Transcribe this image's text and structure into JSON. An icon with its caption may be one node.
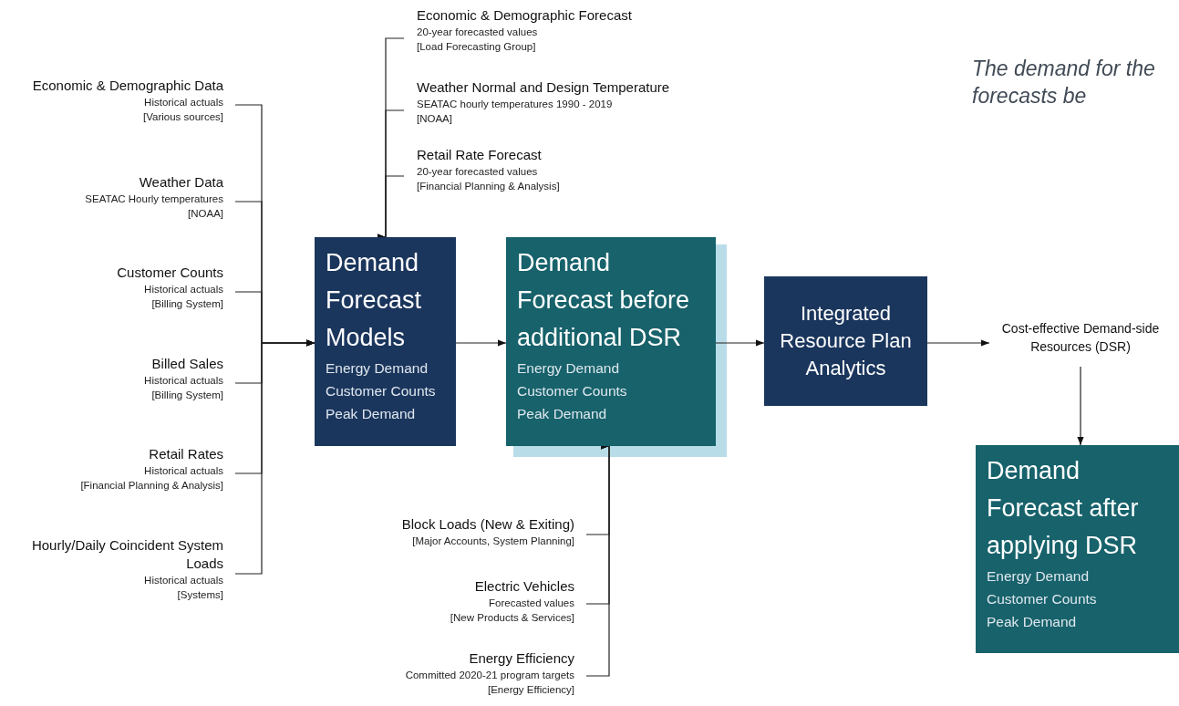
{
  "diagram": {
    "nodes": [
      {
        "text": [
          "Economic & Demographic Data",
          "Historical actuals",
          "[Various sources]"
        ]
      },
      {
        "text": [
          "Weather Data",
          "SEATAC Hourly temperatures",
          "[NOAA]"
        ]
      },
      {
        "text": [
          "Customer Counts",
          "Historical actuals",
          "[Billing System]"
        ]
      },
      {
        "text": [
          "Billed Sales",
          "Historical actuals",
          "[Billing System]"
        ]
      },
      {
        "text": [
          "Retail Rates",
          "Historical actuals",
          "[Financial Planning & Analysis]"
        ]
      },
      {
        "text": [
          "Hourly/Daily Coincident System Loads",
          "Historical actuals",
          "[Systems]"
        ]
      },
      {
        "text": [
          "Economic & Demographic Forecast",
          "20-year forecasted values",
          "[Load Forecasting Group]"
        ]
      },
      {
        "text": [
          "Weather Normal and Design Temperature",
          "SEATAC hourly temperatures 1990 - 2019",
          "[NOAA]"
        ]
      },
      {
        "text": [
          "Retail Rate Forecast",
          "20-year forecasted values",
          "[Financial Planning & Analysis]"
        ]
      },
      {
        "text": [
          "Demand Forecast Models",
          "Energy Demand",
          "Customer Counts",
          "Peak Demand"
        ]
      },
      {
        "text": [
          "Demand Forecast before additional DSR",
          "Energy Demand",
          "Customer Counts",
          "Peak Demand"
        ]
      },
      {
        "text": [
          "Integrated Resource Plan Analytics"
        ]
      },
      {
        "text": [
          "Cost-effective Demand-side Resources (DSR)"
        ]
      },
      {
        "text": [
          "Demand Forecast after applying DSR",
          "Energy Demand",
          "Customer Counts",
          "Peak Demand"
        ]
      },
      {
        "text": [
          "Block Loads (New & Exiting)",
          "[Major Accounts, System Planning]"
        ]
      },
      {
        "text": [
          "Electric Vehicles",
          "Forecasted values",
          "[New Products & Services]"
        ]
      },
      {
        "text": [
          "Energy Efficiency",
          "Committed 2020-21 program targets",
          "[Energy Efficiency]"
        ]
      }
    ],
    "edges": [
      {
        "from": 0,
        "to": 9,
        "arrow": "to"
      },
      {
        "from": 1,
        "to": 9,
        "arrow": "to"
      },
      {
        "from": 2,
        "to": 9,
        "arrow": "to"
      },
      {
        "from": 3,
        "to": 9,
        "arrow": "to"
      },
      {
        "from": 4,
        "to": 9,
        "arrow": "to"
      },
      {
        "from": 5,
        "to": 9,
        "arrow": "to"
      },
      {
        "from": 6,
        "to": 9,
        "arrow": "to"
      },
      {
        "from": 7,
        "to": 9,
        "arrow": "to"
      },
      {
        "from": 8,
        "to": 9,
        "arrow": "to"
      },
      {
        "from": 9,
        "to": 10,
        "arrow": "to"
      },
      {
        "from": 14,
        "to": 10,
        "arrow": "to"
      },
      {
        "from": 15,
        "to": 10,
        "arrow": "to"
      },
      {
        "from": 16,
        "to": 10,
        "arrow": "to"
      },
      {
        "from": 10,
        "to": 11,
        "arrow": "to"
      },
      {
        "from": 11,
        "to": 12,
        "arrow": "to"
      },
      {
        "from": 12,
        "to": 13,
        "arrow": "to"
      }
    ],
    "labels": [
      "The demand for the forecasts be"
    ]
  }
}
